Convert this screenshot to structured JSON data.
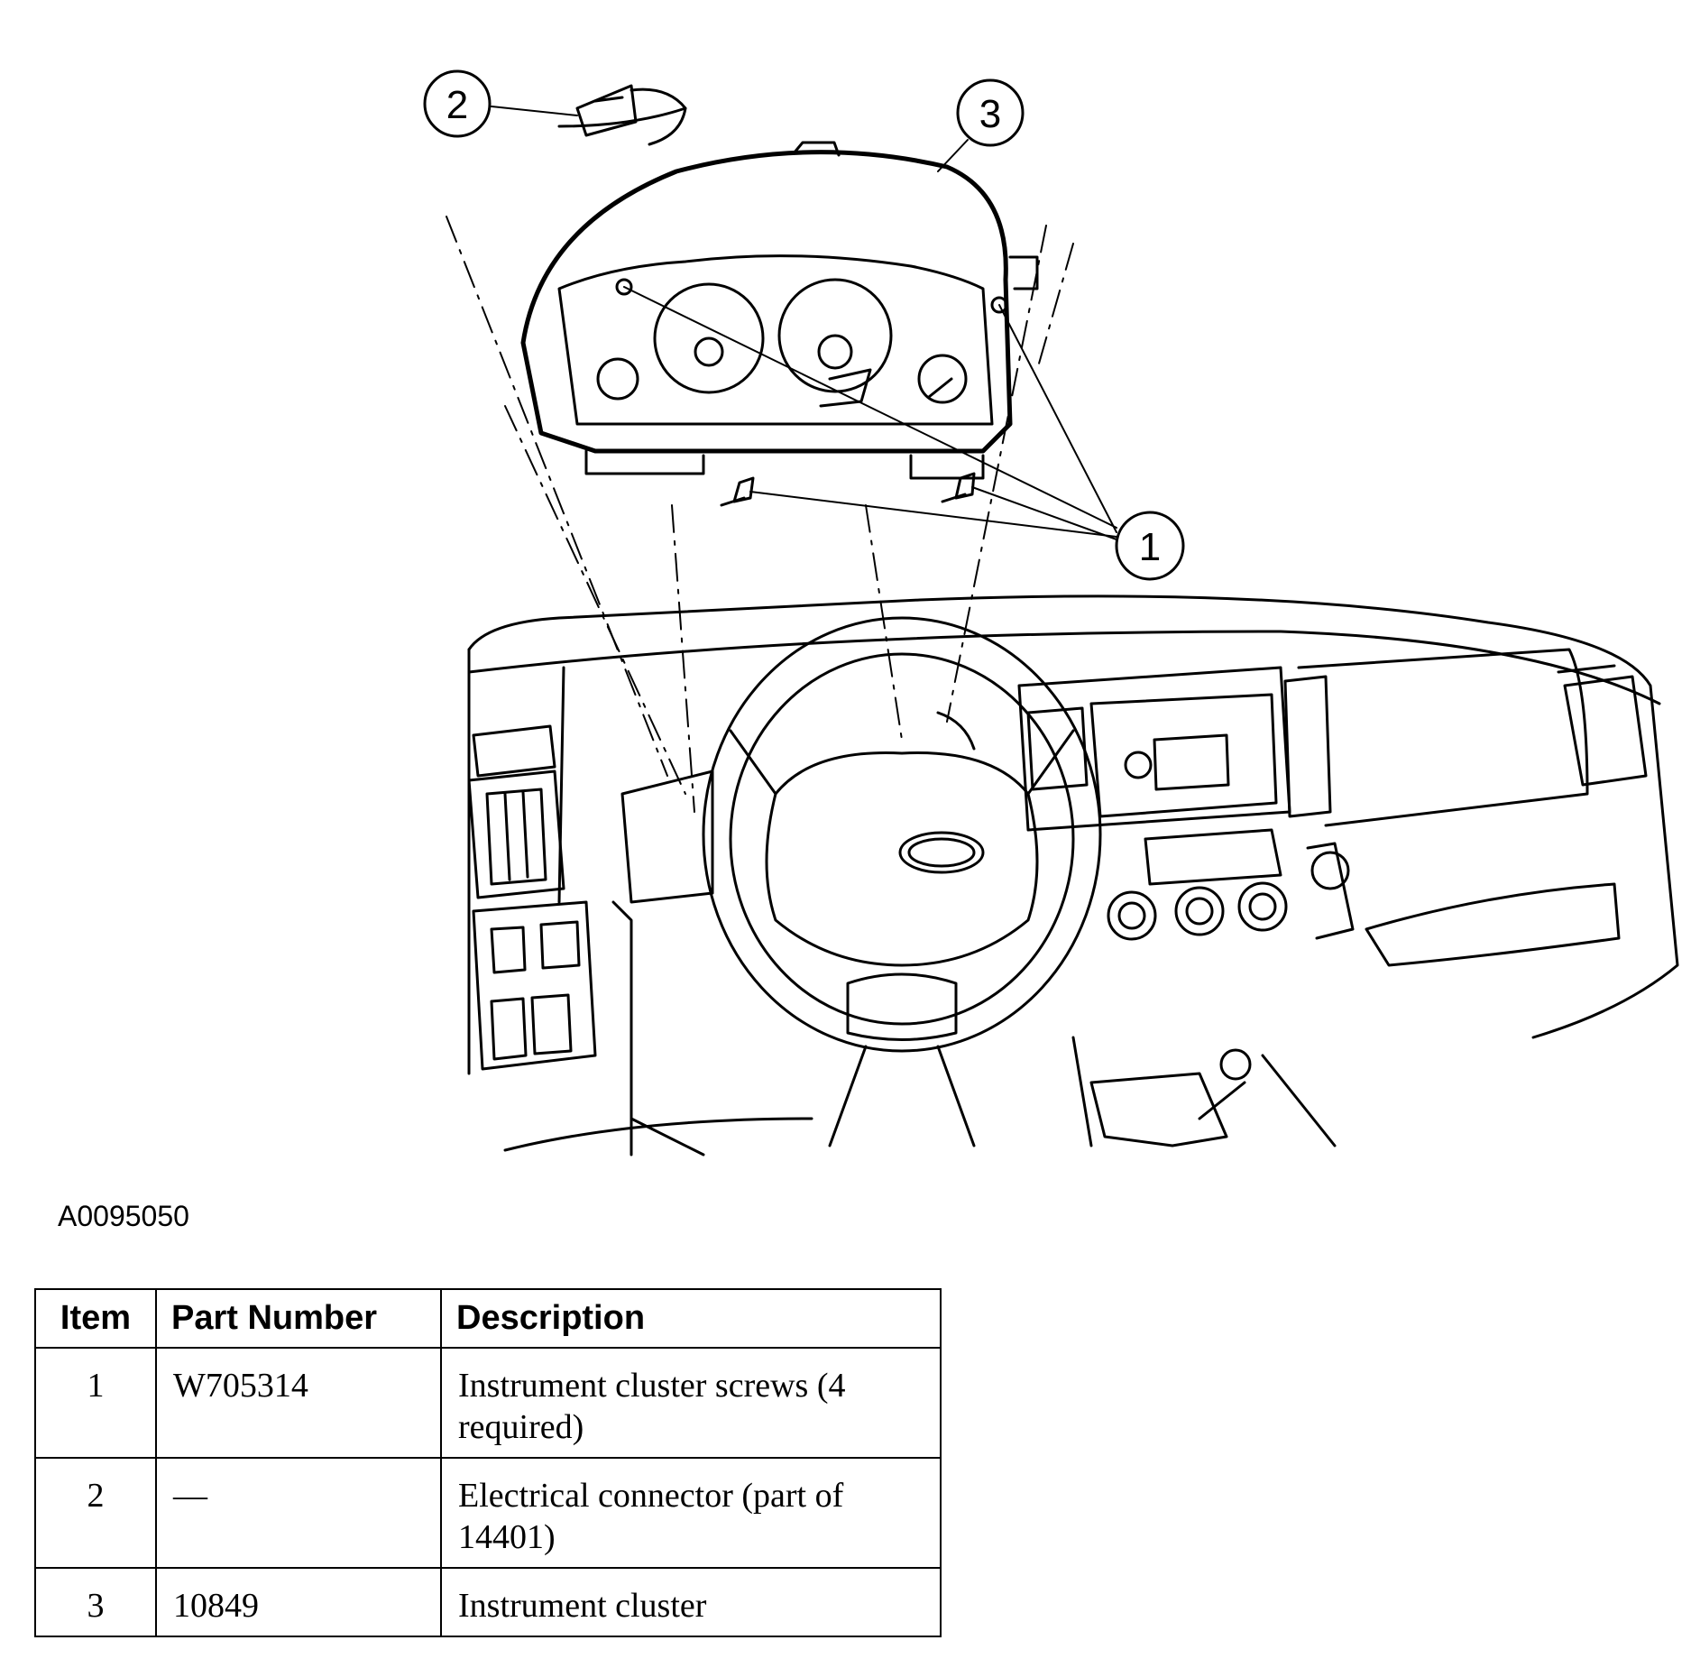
{
  "figure": {
    "id": "A0095050",
    "callouts": [
      "1",
      "2",
      "3"
    ]
  },
  "table": {
    "headers": [
      "Item",
      "Part Number",
      "Description"
    ],
    "rows": [
      {
        "item": "1",
        "part_number": "W705314",
        "description": "Instrument cluster screws (4 required)"
      },
      {
        "item": "2",
        "part_number": "—",
        "description": "Electrical connector (part of 14401)"
      },
      {
        "item": "3",
        "part_number": "10849",
        "description": "Instrument cluster"
      }
    ]
  }
}
